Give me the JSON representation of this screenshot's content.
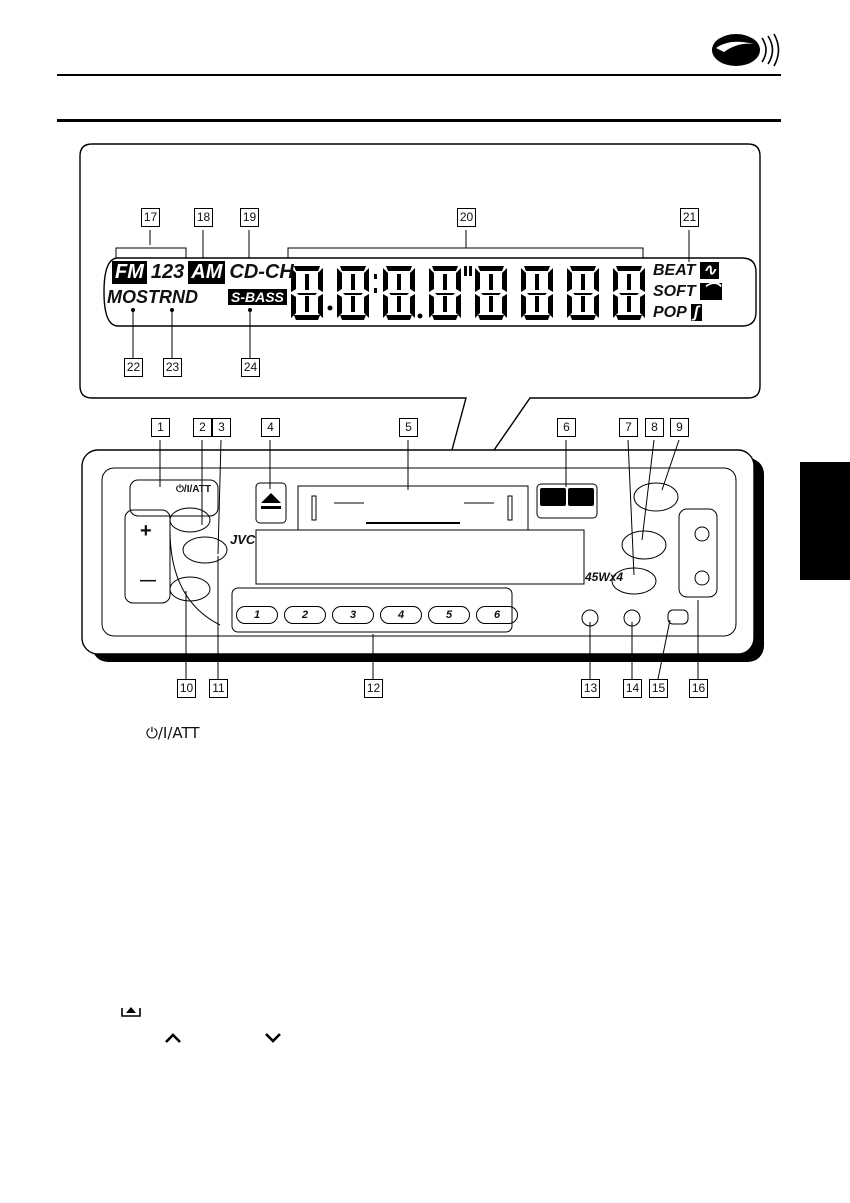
{
  "display": {
    "band": [
      "FM",
      "123",
      "AM"
    ],
    "cdch": "CD-CH",
    "mo": "MO",
    "st": "ST",
    "rnd": "RND",
    "sbass": "S-BASS",
    "sound_modes": [
      "BEAT",
      "SOFT",
      "POP"
    ],
    "digits": "8 8:8.8\"8 8 8 8"
  },
  "callouts_display": [
    "17",
    "18",
    "19",
    "20",
    "21",
    "22",
    "23",
    "24"
  ],
  "callouts_unit": [
    "1",
    "2",
    "3",
    "4",
    "5",
    "6",
    "7",
    "8",
    "9",
    "10",
    "11",
    "12",
    "13",
    "14",
    "15",
    "16"
  ],
  "unit": {
    "brand": "JVC",
    "model": "45Wx4",
    "power_label": "⏻/I/ATT",
    "presets": [
      "1",
      "2",
      "3",
      "4",
      "5",
      "6"
    ],
    "plus": "+",
    "minus": "—"
  },
  "footer": {
    "power_key": "⏻/I/ATT",
    "eject_icon": "eject-icon",
    "up_icon": "caret-up-icon",
    "down_icon": "caret-down-icon"
  }
}
